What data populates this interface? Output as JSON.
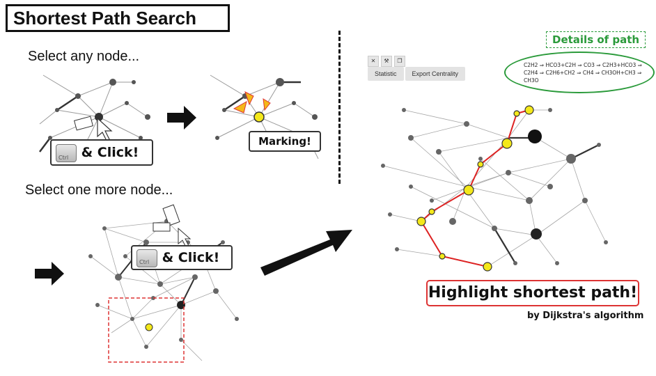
{
  "title": "Shortest Path Search",
  "step1": {
    "caption": "Select any node...",
    "click_label": "& Click!",
    "key_label": "Ctrl"
  },
  "step2": {
    "marking_label": "Marking!"
  },
  "step3": {
    "caption": "Select one more node...",
    "click_label": "& Click!",
    "key_label": "Ctrl"
  },
  "window": {
    "toolbar_icons": [
      "close-icon",
      "wrench-icon",
      "copy-icon"
    ],
    "tabs": [
      "Statistic",
      "Export Centrality"
    ]
  },
  "details": {
    "label": "Details of path",
    "path_text": "C2H2 ⇒ HCO3+C2H ⇒ CO3 ⇒ C2H3+HCO3 ⇒ C2H4 ⇒ C2H6+CH2 ⇒ CH4 ⇒ CH3OH+CH3 ⇒ CH3O"
  },
  "result": {
    "highlight_label": "Highlight shortest path!",
    "algorithm_label": "by Dijkstra's algorithm"
  },
  "colors": {
    "highlight_node": "#f4e81a",
    "path_edge": "#dd2222",
    "details_green": "#2a9a3a",
    "edge_gray": "#9a9a9a"
  }
}
